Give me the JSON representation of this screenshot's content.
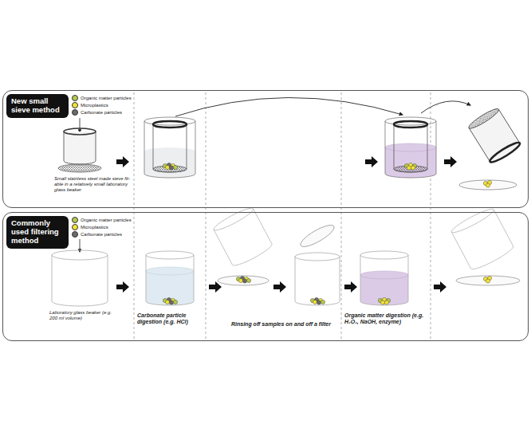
{
  "diagram": {
    "nodes": [
      {
        "text": [
          "New small sieve method"
        ]
      },
      {
        "text": [
          "Commonly used filtering method"
        ]
      }
    ],
    "labels": [
      "Small stainless steel made sieve fit-able in a relatively small laboratory glass beaker",
      "Laboratory glass beaker (e.g. 200 ml volume)",
      "Carbonate particle digestion (e.g. HCl)",
      "Rinsing off samples on and off a filter",
      "Organic matter digestion (e.g. H₂O₂, NaOH, enzyme)"
    ],
    "legend": [
      {
        "text": "Organic matter particles",
        "color": "#b8c84e"
      },
      {
        "text": "Microplastics",
        "color": "#f2e23a"
      },
      {
        "text": "Carbonate particles",
        "color": "#6b6b6b"
      },
      {
        "text": "Organic matter particles",
        "color": "#b8c84e"
      },
      {
        "text": "Microplastics",
        "color": "#f2e23a"
      },
      {
        "text": "Carbonate particles",
        "color": "#6b6b6b"
      }
    ]
  }
}
